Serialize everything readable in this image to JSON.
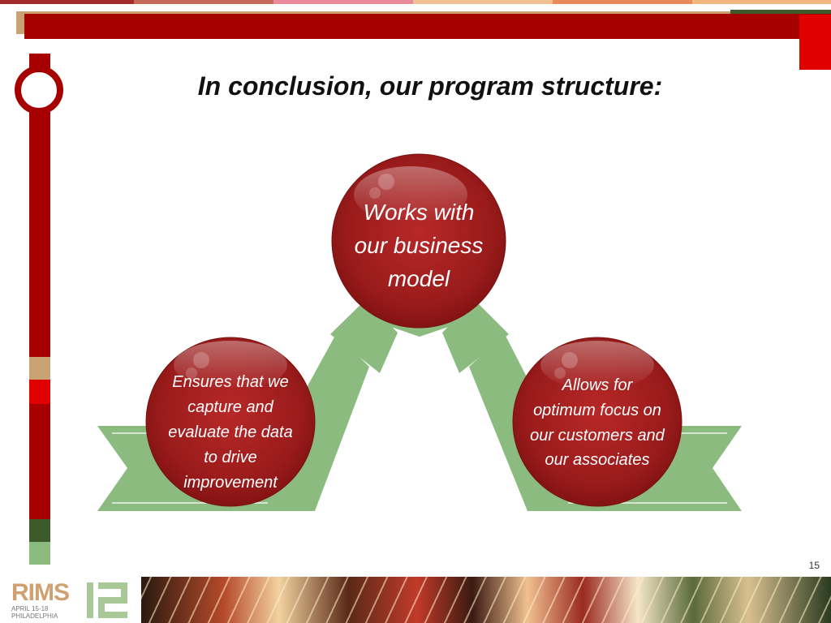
{
  "colors": {
    "primary_red": "#a60000",
    "bright_red": "#e00000",
    "tan": "#c8a272",
    "dark_green": "#3d5a2a",
    "ribbon_green": "#8cbb80"
  },
  "top_stripes": [
    "#a42b2b",
    "#c86a5a",
    "#e88a9a",
    "#f2c090",
    "#e88a5a",
    "#f0b880"
  ],
  "title": "In conclusion, our program structure:",
  "diagram": {
    "top": {
      "lines": [
        "Works with",
        "our business",
        "model"
      ]
    },
    "left": {
      "lines": [
        "Ensures that we",
        "capture and",
        "evaluate the data",
        "to drive",
        "improvement"
      ]
    },
    "right": {
      "lines": [
        "Allows for",
        "optimum focus on",
        "our customers and",
        "our associates"
      ]
    }
  },
  "page_number": "15",
  "footer": {
    "logo_text": "RIMS",
    "logo_number": "12",
    "event_date": "APRIL 15-18",
    "event_city": "PHILADELPHIA"
  }
}
